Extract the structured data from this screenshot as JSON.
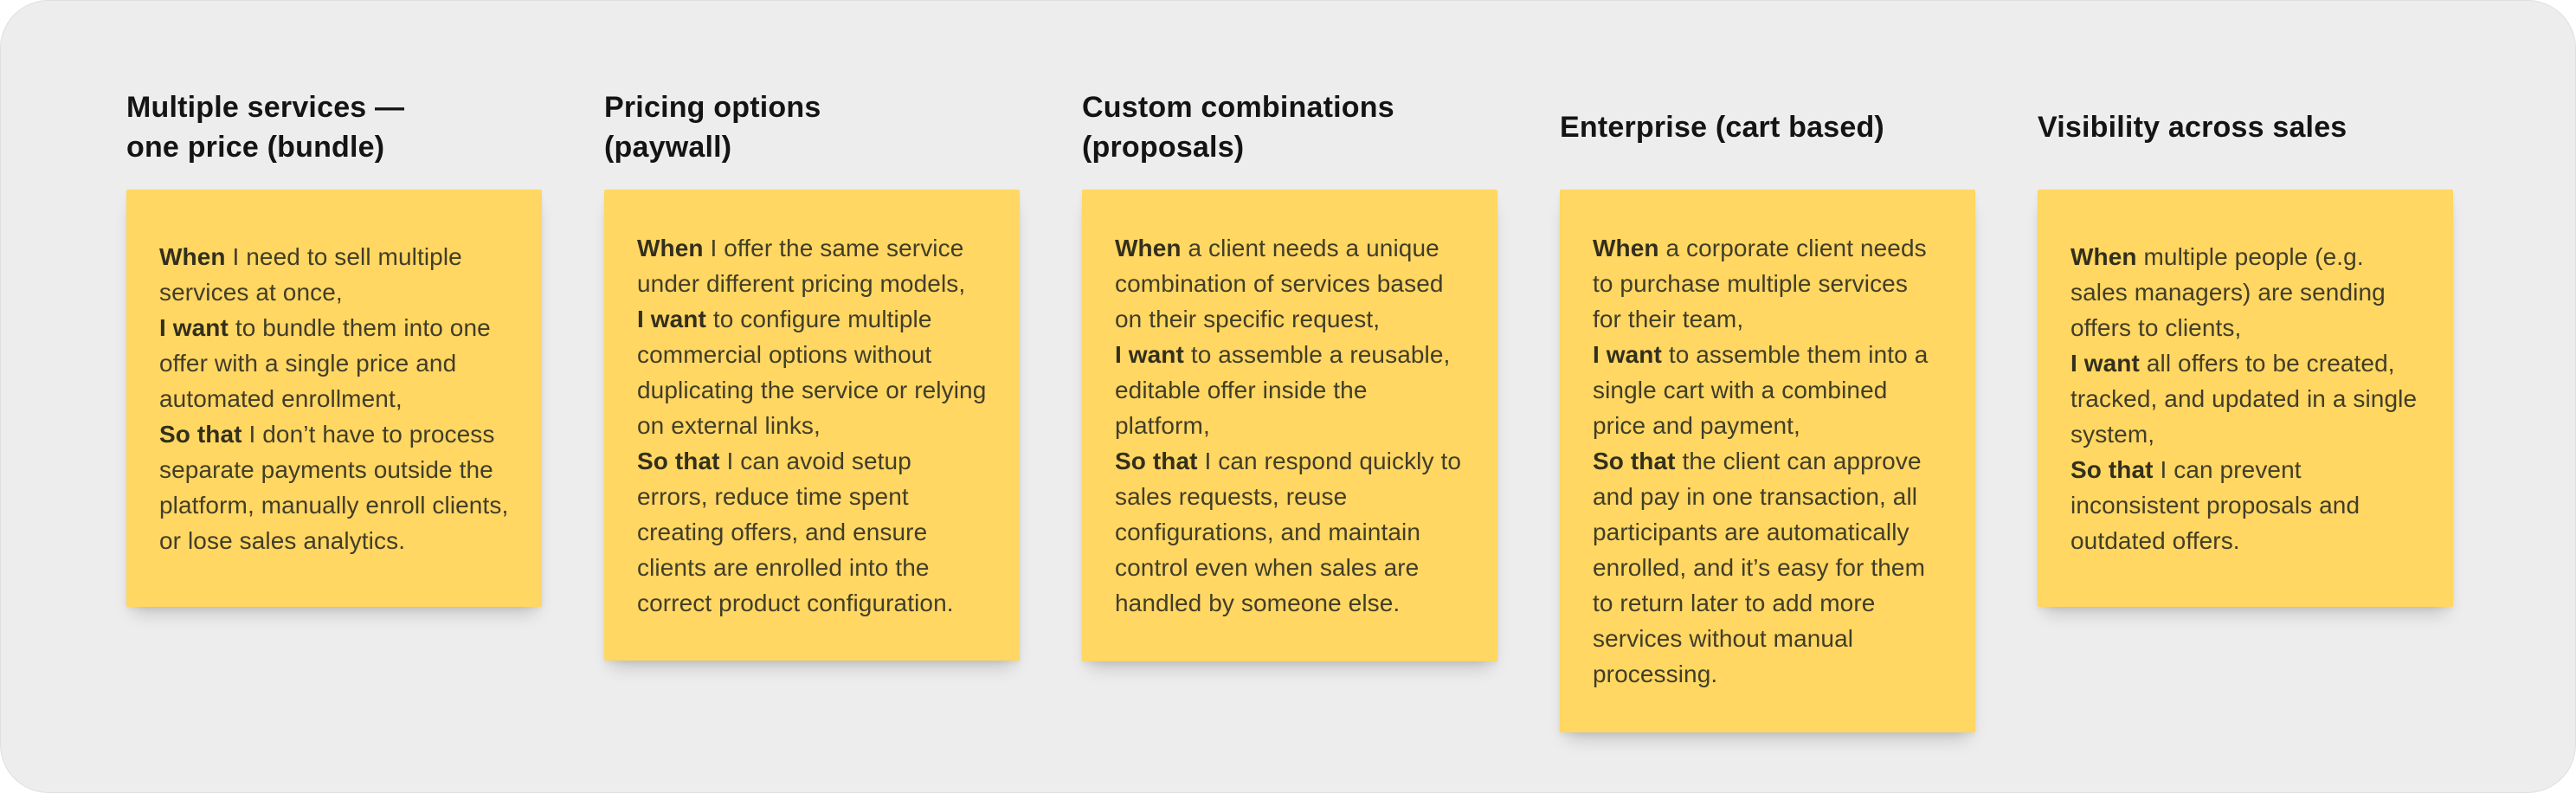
{
  "board": {
    "canvas_background": "#ededed",
    "sticky_color": "#ffd762",
    "heading_color": "#141414",
    "body_text_color": "#413d29"
  },
  "notes": [
    {
      "heading": "Multiple services —\none price (bundle)",
      "story": [
        {
          "lead": "When",
          "text": " I need to sell multiple services at once,"
        },
        {
          "lead": "I want",
          "text": " to bundle them into one offer with a single price and automated enrollment,"
        },
        {
          "lead": "So that",
          "text": " I don’t have to process separate payments outside the platform, manually enroll clients, or lose sales analytics."
        }
      ]
    },
    {
      "heading": "Pricing options\n(paywall)",
      "story": [
        {
          "lead": "When",
          "text": " I offer the same service under different pricing models,"
        },
        {
          "lead": "I want",
          "text": " to configure multiple commercial options without duplicating the service or relying on external links,"
        },
        {
          "lead": "So that",
          "text": " I can avoid setup errors, reduce time spent creating offers, and ensure clients are enrolled into the correct product configuration."
        }
      ]
    },
    {
      "heading": "Custom combinations\n(proposals)",
      "story": [
        {
          "lead": "When",
          "text": " a client needs a unique combination of services based on their specific request,"
        },
        {
          "lead": "I want",
          "text": " to assemble a reusable, editable offer inside the platform,"
        },
        {
          "lead": "So that",
          "text": " I can respond quickly to sales requests, reuse configurations, and maintain control even when sales are handled by someone else."
        }
      ]
    },
    {
      "heading": "Enterprise (cart based)",
      "story": [
        {
          "lead": "When",
          "text": " a corporate client needs to purchase multiple services for their team,"
        },
        {
          "lead": "I want",
          "text": " to assemble them into a single cart with a combined price and payment,"
        },
        {
          "lead": "So that",
          "text": " the client can approve and pay in one transaction, all participants are automatically enrolled, and it’s easy for them to return later to add more services without manual processing."
        }
      ]
    },
    {
      "heading": "Visibility across sales",
      "story": [
        {
          "lead": "When",
          "text": " multiple people (e.g. sales managers) are sending offers to clients,"
        },
        {
          "lead": "I want",
          "text": " all offers to be created, tracked, and updated in a single system,"
        },
        {
          "lead": "So that",
          "text": " I can prevent inconsistent proposals and outdated offers."
        }
      ]
    }
  ]
}
